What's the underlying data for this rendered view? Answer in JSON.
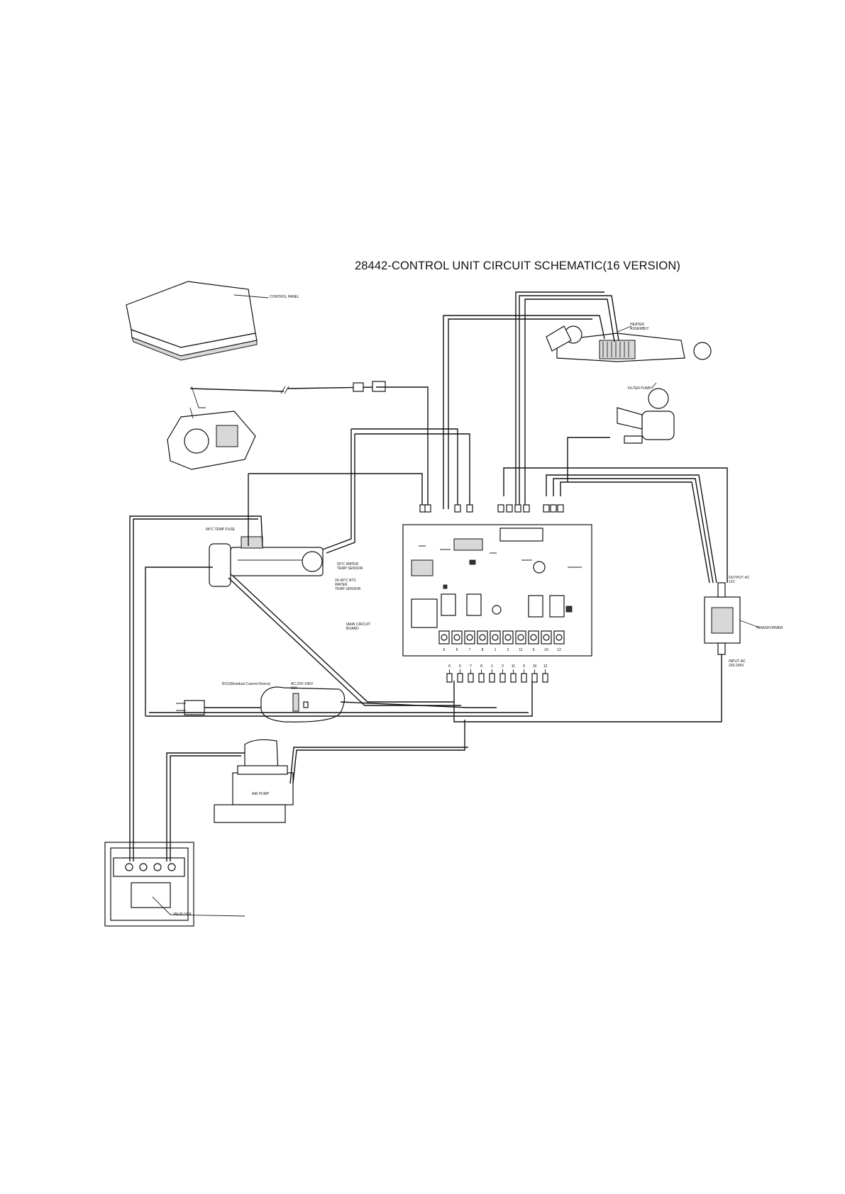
{
  "title": "28442-CONTROL UNIT CIRCUIT SCHEMATIC(16 VERSION)",
  "labels": {
    "control_panel": "CONTROL PANEL",
    "temp_fuse": "84°C TEMP FUSE",
    "water_temp_sensor": "50°C WATER\nTEMP SENSOR",
    "ntc_sensor": "20-40°C NTC\nWATER\nTEMP SENSOR",
    "main_board": "MAIN CIRCUIT\nBOARD",
    "filter_pump": "FILTER PUMP",
    "transformer": "TRANSFORMER",
    "output": "OUTPUT: AC\n12V",
    "input": "INPUT: AC\n220-240V",
    "rcd": "RCD(Residual Current Device)",
    "rcd_rating": "AC:220~240V\n16A",
    "air_pump": "AIR PUMP",
    "heater_assembly": "HEATER\nASSEMBLY",
    "terminal_box": "PE.BLOCK"
  },
  "board_terminals": [
    "6",
    "6",
    "7",
    "8",
    "1",
    "2",
    "11",
    "9",
    "10",
    "12"
  ],
  "connector_numbers": [
    "6",
    "6",
    "7",
    "8",
    "1",
    "2",
    "11",
    "9",
    "10",
    "12"
  ],
  "colors": {
    "line": "#111111",
    "background": "#ffffff"
  }
}
